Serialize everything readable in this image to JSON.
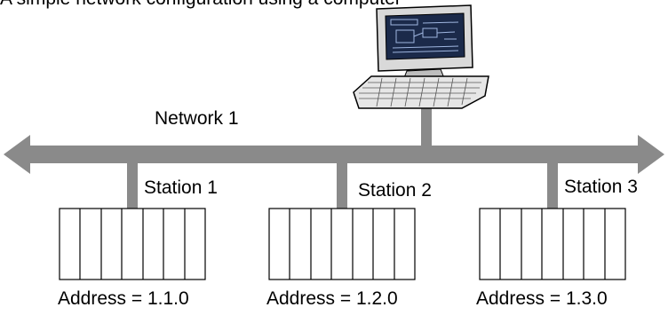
{
  "intro_text": "A simple network configuration using a computer",
  "network": {
    "label": "Network 1"
  },
  "stations": [
    {
      "label": "Station 1",
      "address": "Address = 1.1.0"
    },
    {
      "label": "Station 2",
      "address": "Address = 1.2.0"
    },
    {
      "label": "Station 3",
      "address": "Address = 1.3.0"
    }
  ],
  "colors": {
    "bus": "#8a8a8a",
    "outline": "#000000",
    "monitor_screen": "#1b2a4a",
    "monitor_body": "#d9d9d9"
  },
  "icons": {
    "computer": "computer-workstation-icon",
    "rack": "module-rack-icon"
  }
}
